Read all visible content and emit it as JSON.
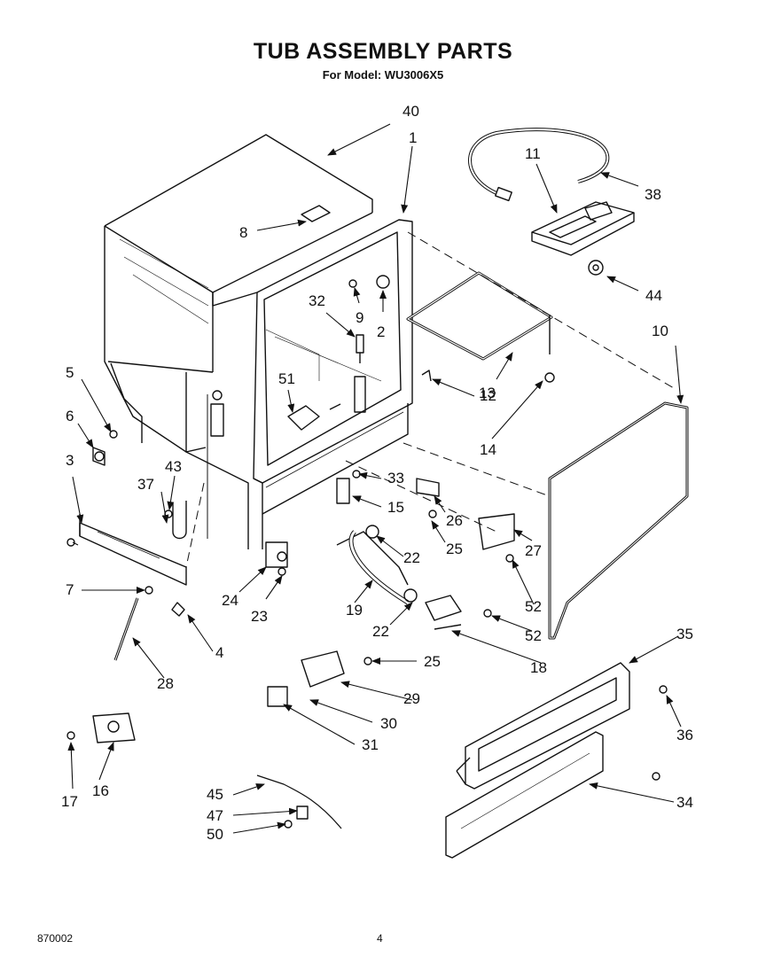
{
  "header": {
    "title": "TUB ASSEMBLY PARTS",
    "subtitle": "For Model: WU3006X5"
  },
  "footer": {
    "doc_number": "870002",
    "page_number": "4"
  },
  "callouts": {
    "p40": "40",
    "p1": "1",
    "p11": "11",
    "p38": "38",
    "p8": "8",
    "p44": "44",
    "p32": "32",
    "p9": "9",
    "p2": "2",
    "p10": "10",
    "p5": "5",
    "p51": "51",
    "p13": "13",
    "p12": "12",
    "p6": "6",
    "p14": "14",
    "p43": "43",
    "p3": "3",
    "p37": "37",
    "p33": "33",
    "p15": "15",
    "p26": "26",
    "p22a": "22",
    "p25a": "25",
    "p27": "27",
    "p7": "7",
    "p24": "24",
    "p23": "23",
    "p19": "19",
    "p52a": "52",
    "p22b": "22",
    "p52b": "52",
    "p4": "4",
    "p18": "18",
    "p35": "35",
    "p28": "28",
    "p25b": "25",
    "p29": "29",
    "p30": "30",
    "p36": "36",
    "p31": "31",
    "p17": "17",
    "p16": "16",
    "p34": "34",
    "p45": "45",
    "p47": "47",
    "p50": "50"
  }
}
